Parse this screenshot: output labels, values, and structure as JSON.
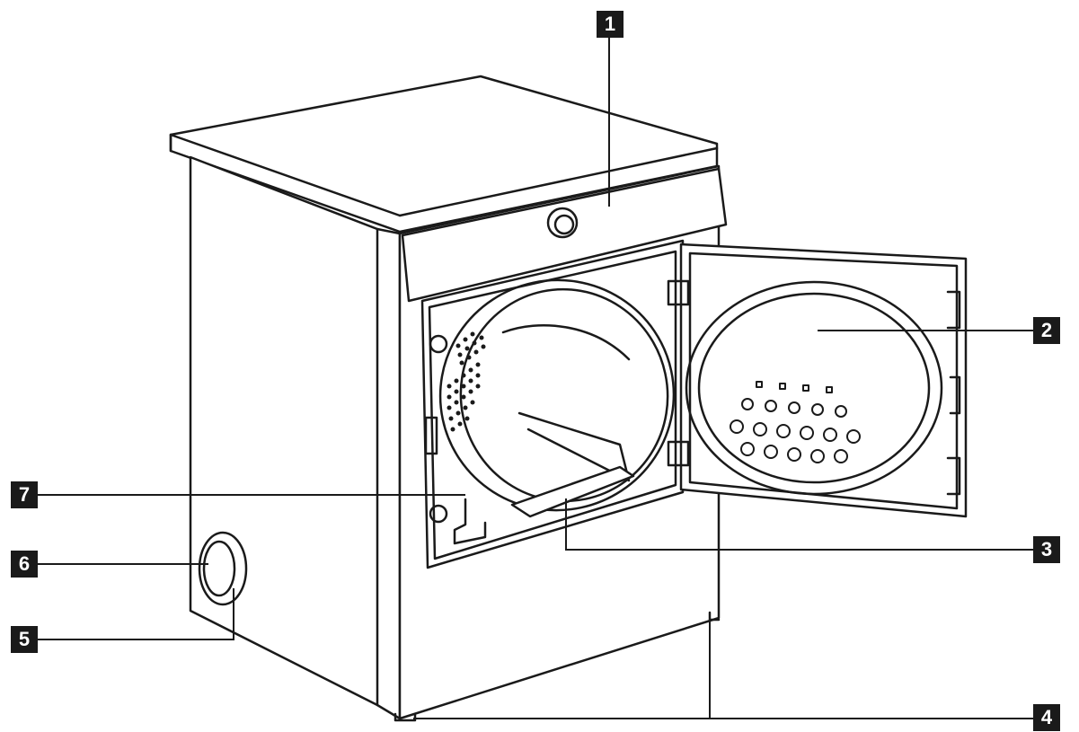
{
  "diagram": {
    "type": "appliance-parts-callout",
    "stroke_color": "#1a1a1a",
    "callouts": [
      {
        "number": "1"
      },
      {
        "number": "2"
      },
      {
        "number": "3"
      },
      {
        "number": "4"
      },
      {
        "number": "5"
      },
      {
        "number": "6"
      },
      {
        "number": "7"
      }
    ]
  }
}
